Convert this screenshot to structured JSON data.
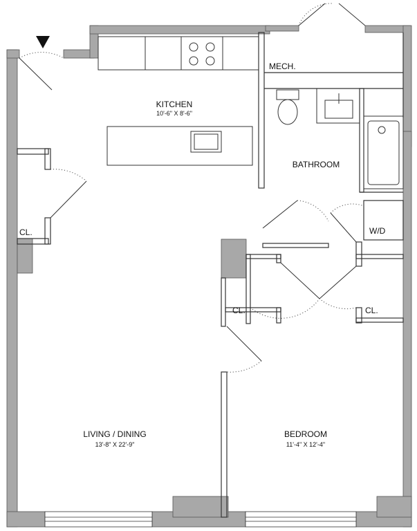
{
  "rooms": {
    "kitchen": {
      "name": "KITCHEN",
      "dims": "10'-6\" X 8'-6\""
    },
    "bathroom": {
      "name": "BATHROOM"
    },
    "mech": {
      "name": "MECH."
    },
    "washer_dryer": {
      "name": "W/D"
    },
    "closet_left": {
      "name": "CL."
    },
    "closet_center": {
      "name": "CL."
    },
    "closet_right": {
      "name": "CL."
    },
    "living_dining": {
      "name": "LIVING / DINING",
      "dims": "13'-8\" X 22'-9\""
    },
    "bedroom": {
      "name": "BEDROOM",
      "dims": "11'-4\" X 12'-4\""
    }
  },
  "colors": {
    "wall": "#a8a8a8",
    "line": "#333333",
    "background": "#ffffff"
  }
}
